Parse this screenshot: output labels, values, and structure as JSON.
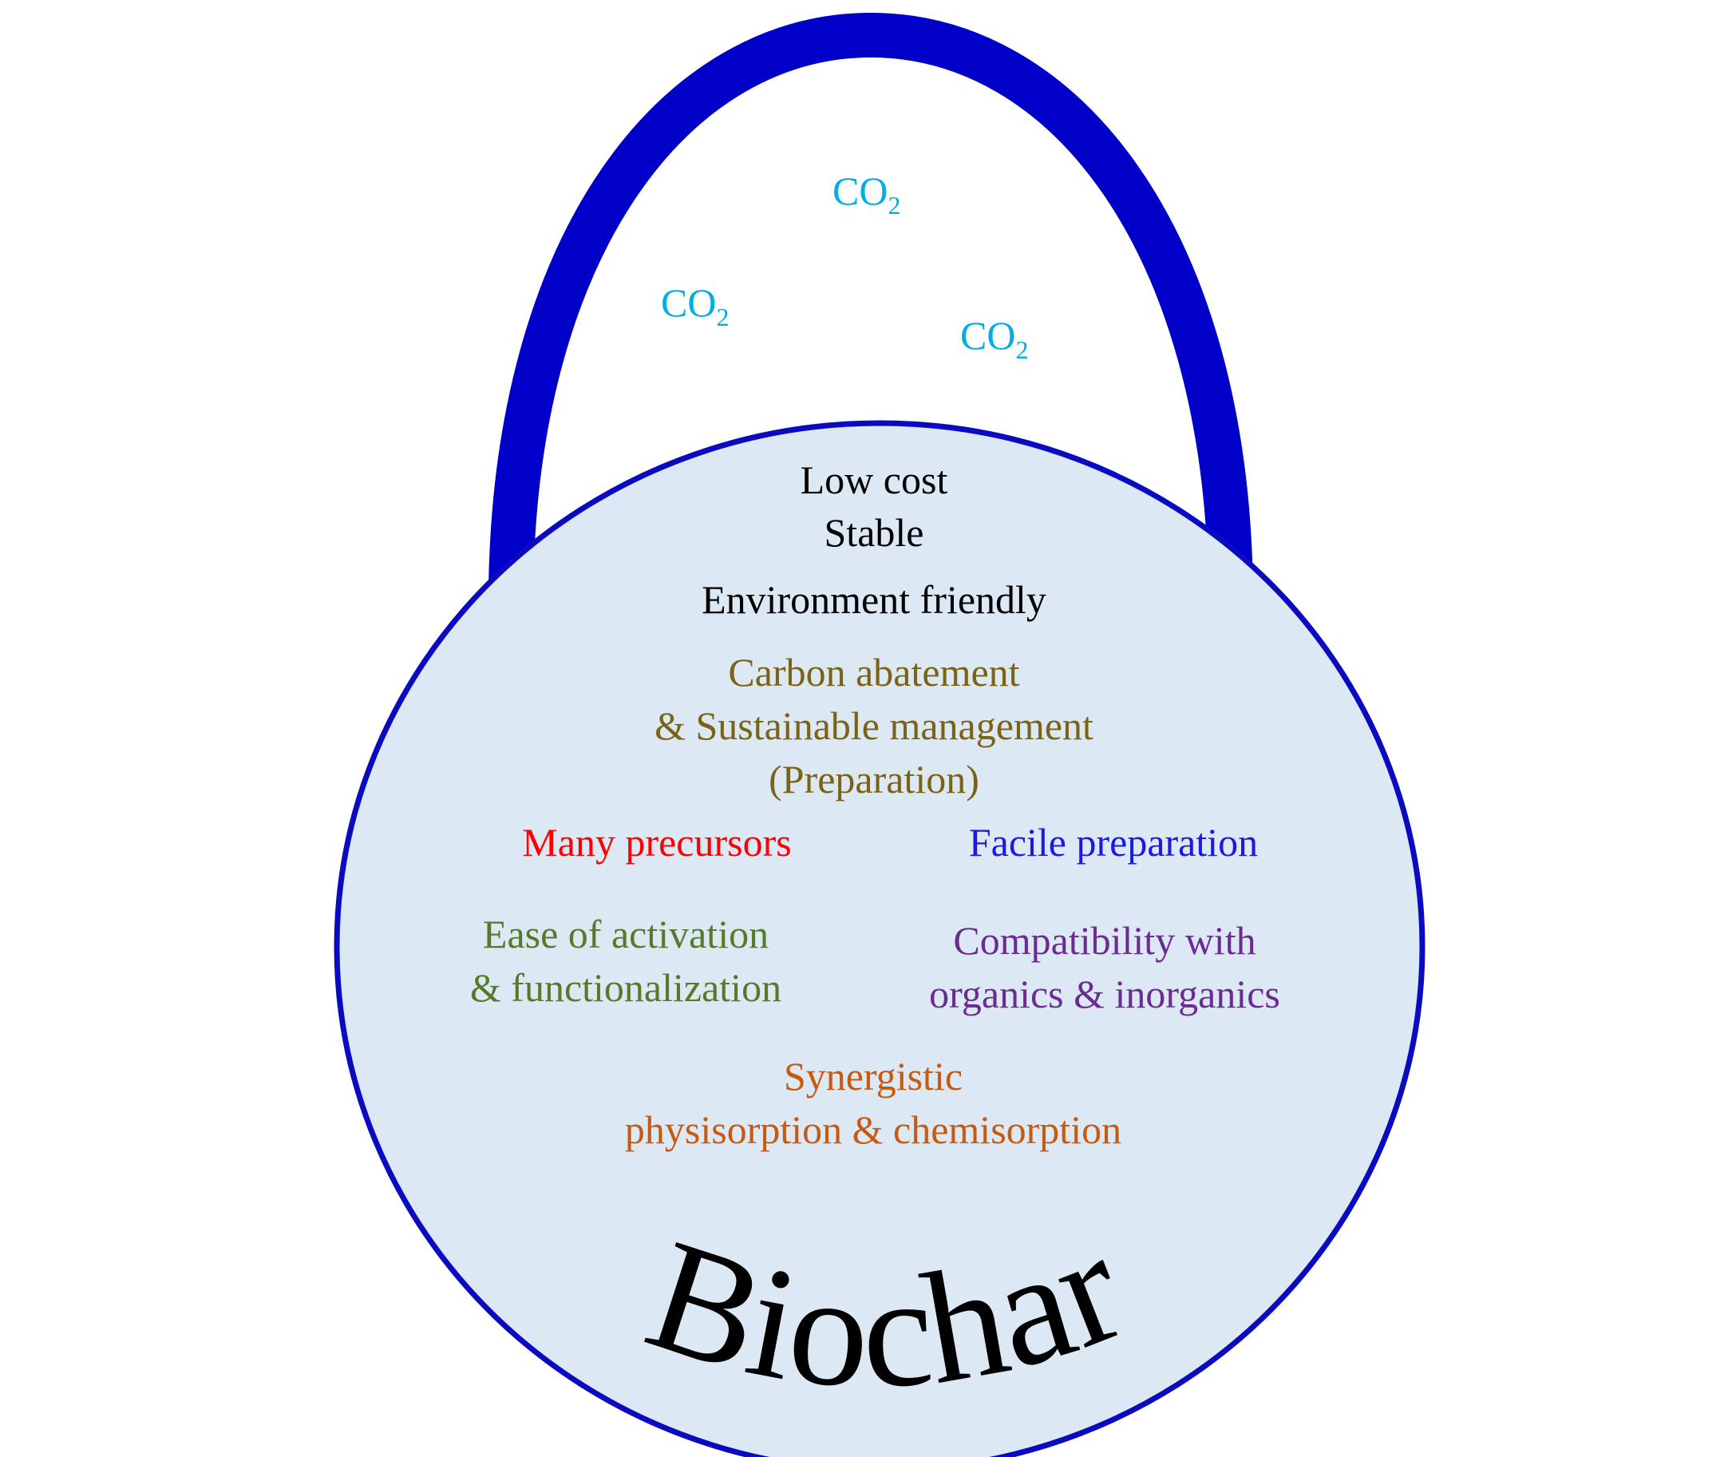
{
  "title": "Biochar",
  "gas_labels": [
    {
      "base": "CO",
      "sub": "2"
    },
    {
      "base": "CO",
      "sub": "2"
    },
    {
      "base": "CO",
      "sub": "2"
    }
  ],
  "properties": {
    "low_cost": "Low cost",
    "stable": "Stable",
    "env_friendly": "Environment friendly",
    "carbon_lines": [
      "Carbon abatement",
      "& Sustainable management",
      "(Preparation)"
    ],
    "many_precursors": "Many precursors",
    "facile_preparation": "Facile preparation",
    "activation_lines": [
      "Ease of activation",
      "& functionalization"
    ],
    "compatibility_lines": [
      "Compatibility with",
      "organics & inorganics"
    ],
    "synergistic_lines": [
      "Synergistic",
      "physisorption & chemisorption"
    ]
  },
  "colors": {
    "handle": "#0000c8",
    "body_fill": "#dde8f5",
    "body_stroke": "#0a0ac0",
    "co2": "#00aee6",
    "black": "#000000",
    "olive": "#7a6414",
    "red": "#ff0000",
    "blue": "#1a1ae0",
    "green": "#557a2a",
    "purple": "#6a2c91",
    "orange": "#c55a11"
  }
}
